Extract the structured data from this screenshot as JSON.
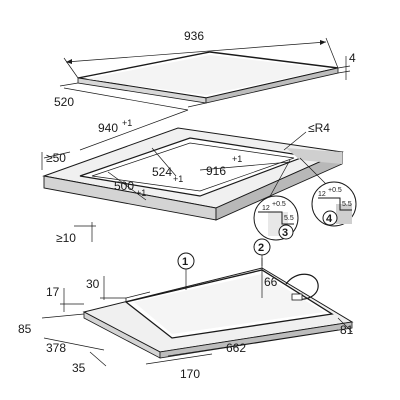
{
  "top_hob": {
    "width": "936",
    "depth": "520",
    "height": "4"
  },
  "cutout": {
    "outer_width": "940",
    "outer_width_tol": "+1",
    "inner_width": "916",
    "inner_width_tol": "+1",
    "depth_outer": "524",
    "depth_outer_tol": "+1",
    "depth_inner": "500",
    "depth_inner_tol": "+1",
    "edge_min": "≥50",
    "front_min": "≥10",
    "radius": "≤R4"
  },
  "detail_3": {
    "callout": "3",
    "width": "12",
    "width_tol": "+0.5",
    "depth": "5.5"
  },
  "detail_4": {
    "callout": "4",
    "width": "12",
    "width_tol": "+0.5",
    "depth": "5.5"
  },
  "installed": {
    "callout_1": "1",
    "callout_2": "2",
    "d30": "30",
    "d17": "17",
    "d85": "85",
    "d378": "378",
    "d35": "35",
    "d66": "66",
    "d170": "170",
    "d662": "662",
    "d81": "81"
  }
}
